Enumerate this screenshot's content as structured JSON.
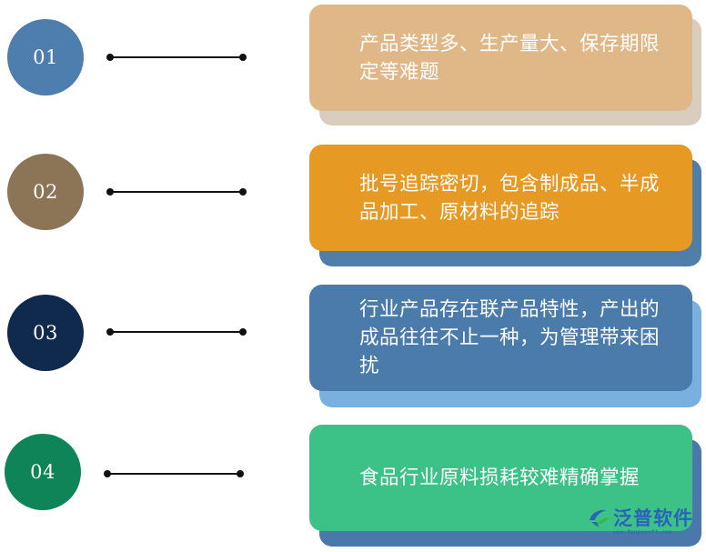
{
  "items": [
    {
      "number": "01",
      "circle_color": "#4d7eae",
      "card_color": "#e0b888",
      "shadow_color": "#d9cdbd",
      "text": "产品类型多、生产量大、保存期限定等难题"
    },
    {
      "number": "02",
      "circle_color": "#8c7456",
      "card_color": "#e69a23",
      "shadow_color": "#4f7eaa",
      "text": "批号追踪密切，包含制成品、半成品加工、原材料的追踪"
    },
    {
      "number": "03",
      "circle_color": "#0f2a4d",
      "card_color": "#4a7bab",
      "shadow_color": "#7ab0e0",
      "text": "行业产品存在联产品特性，产出的成品往往不止一种，为管理带来困扰"
    },
    {
      "number": "04",
      "circle_color": "#0f8458",
      "card_color": "#3cc287",
      "shadow_color": "#4b78ab",
      "text": "食品行业原料损耗较难精确掌握"
    }
  ],
  "logo": {
    "name": "泛普软件",
    "url": "www.fanpusoft.com",
    "mark_color": "#2a63b7",
    "accent_color": "#39b54a"
  }
}
